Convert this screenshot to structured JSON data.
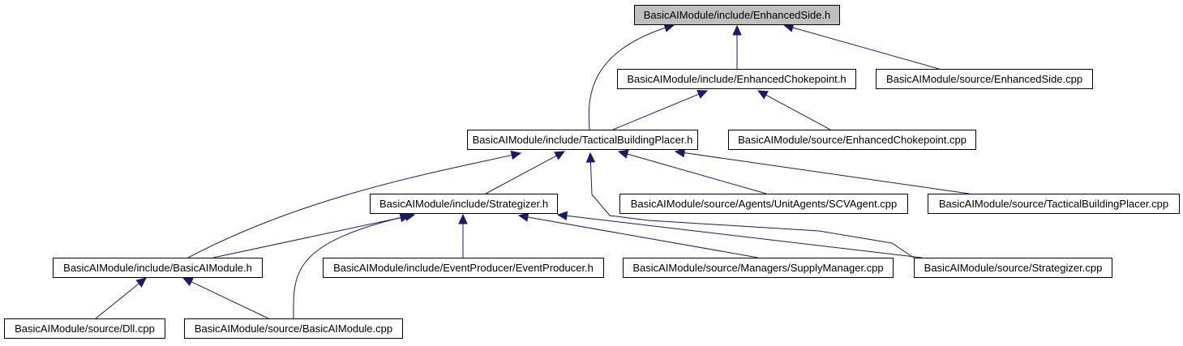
{
  "diagram": {
    "edge_color": "#191970",
    "root_fill": "#bfbfbf",
    "node_fill": "#ffffff",
    "nodes": [
      {
        "id": "enhancedside_h",
        "label": "BasicAIModule/include/EnhancedSide.h",
        "root": true
      },
      {
        "id": "enhancedchokepoint_h",
        "label": "BasicAIModule/include/EnhancedChokepoint.h"
      },
      {
        "id": "enhancedside_cpp",
        "label": "BasicAIModule/source/EnhancedSide.cpp"
      },
      {
        "id": "tacticalbuildingplacer_h",
        "label": "BasicAIModule/include/TacticalBuildingPlacer.h"
      },
      {
        "id": "enhancedchokepoint_cpp",
        "label": "BasicAIModule/source/EnhancedChokepoint.cpp"
      },
      {
        "id": "strategizer_h",
        "label": "BasicAIModule/include/Strategizer.h"
      },
      {
        "id": "scvagent_cpp",
        "label": "BasicAIModule/source/Agents/UnitAgents/SCVAgent.cpp"
      },
      {
        "id": "tacticalbuildingplacer_cpp",
        "label": "BasicAIModule/source/TacticalBuildingPlacer.cpp"
      },
      {
        "id": "basicaimodule_h",
        "label": "BasicAIModule/include/BasicAIModule.h"
      },
      {
        "id": "eventproducer_h",
        "label": "BasicAIModule/include/EventProducer/EventProducer.h"
      },
      {
        "id": "supplymanager_cpp",
        "label": "BasicAIModule/source/Managers/SupplyManager.cpp"
      },
      {
        "id": "strategizer_cpp",
        "label": "BasicAIModule/source/Strategizer.cpp"
      },
      {
        "id": "dll_cpp",
        "label": "BasicAIModule/source/Dll.cpp"
      },
      {
        "id": "basicaimodule_cpp",
        "label": "BasicAIModule/source/BasicAIModule.cpp"
      }
    ],
    "edges": [
      {
        "from": "enhancedchokepoint_h",
        "to": "enhancedside_h"
      },
      {
        "from": "tacticalbuildingplacer_h",
        "to": "enhancedside_h"
      },
      {
        "from": "enhancedside_cpp",
        "to": "enhancedside_h"
      },
      {
        "from": "tacticalbuildingplacer_h",
        "to": "enhancedchokepoint_h"
      },
      {
        "from": "enhancedchokepoint_cpp",
        "to": "enhancedchokepoint_h"
      },
      {
        "from": "basicaimodule_h",
        "to": "tacticalbuildingplacer_h"
      },
      {
        "from": "strategizer_h",
        "to": "tacticalbuildingplacer_h"
      },
      {
        "from": "scvagent_cpp",
        "to": "tacticalbuildingplacer_h"
      },
      {
        "from": "tacticalbuildingplacer_cpp",
        "to": "tacticalbuildingplacer_h"
      },
      {
        "from": "strategizer_cpp",
        "to": "tacticalbuildingplacer_h"
      },
      {
        "from": "basicaimodule_h",
        "to": "strategizer_h"
      },
      {
        "from": "eventproducer_h",
        "to": "strategizer_h"
      },
      {
        "from": "supplymanager_cpp",
        "to": "strategizer_h"
      },
      {
        "from": "strategizer_cpp",
        "to": "strategizer_h"
      },
      {
        "from": "basicaimodule_cpp",
        "to": "strategizer_h"
      },
      {
        "from": "dll_cpp",
        "to": "basicaimodule_h"
      },
      {
        "from": "basicaimodule_cpp",
        "to": "basicaimodule_h"
      }
    ]
  }
}
